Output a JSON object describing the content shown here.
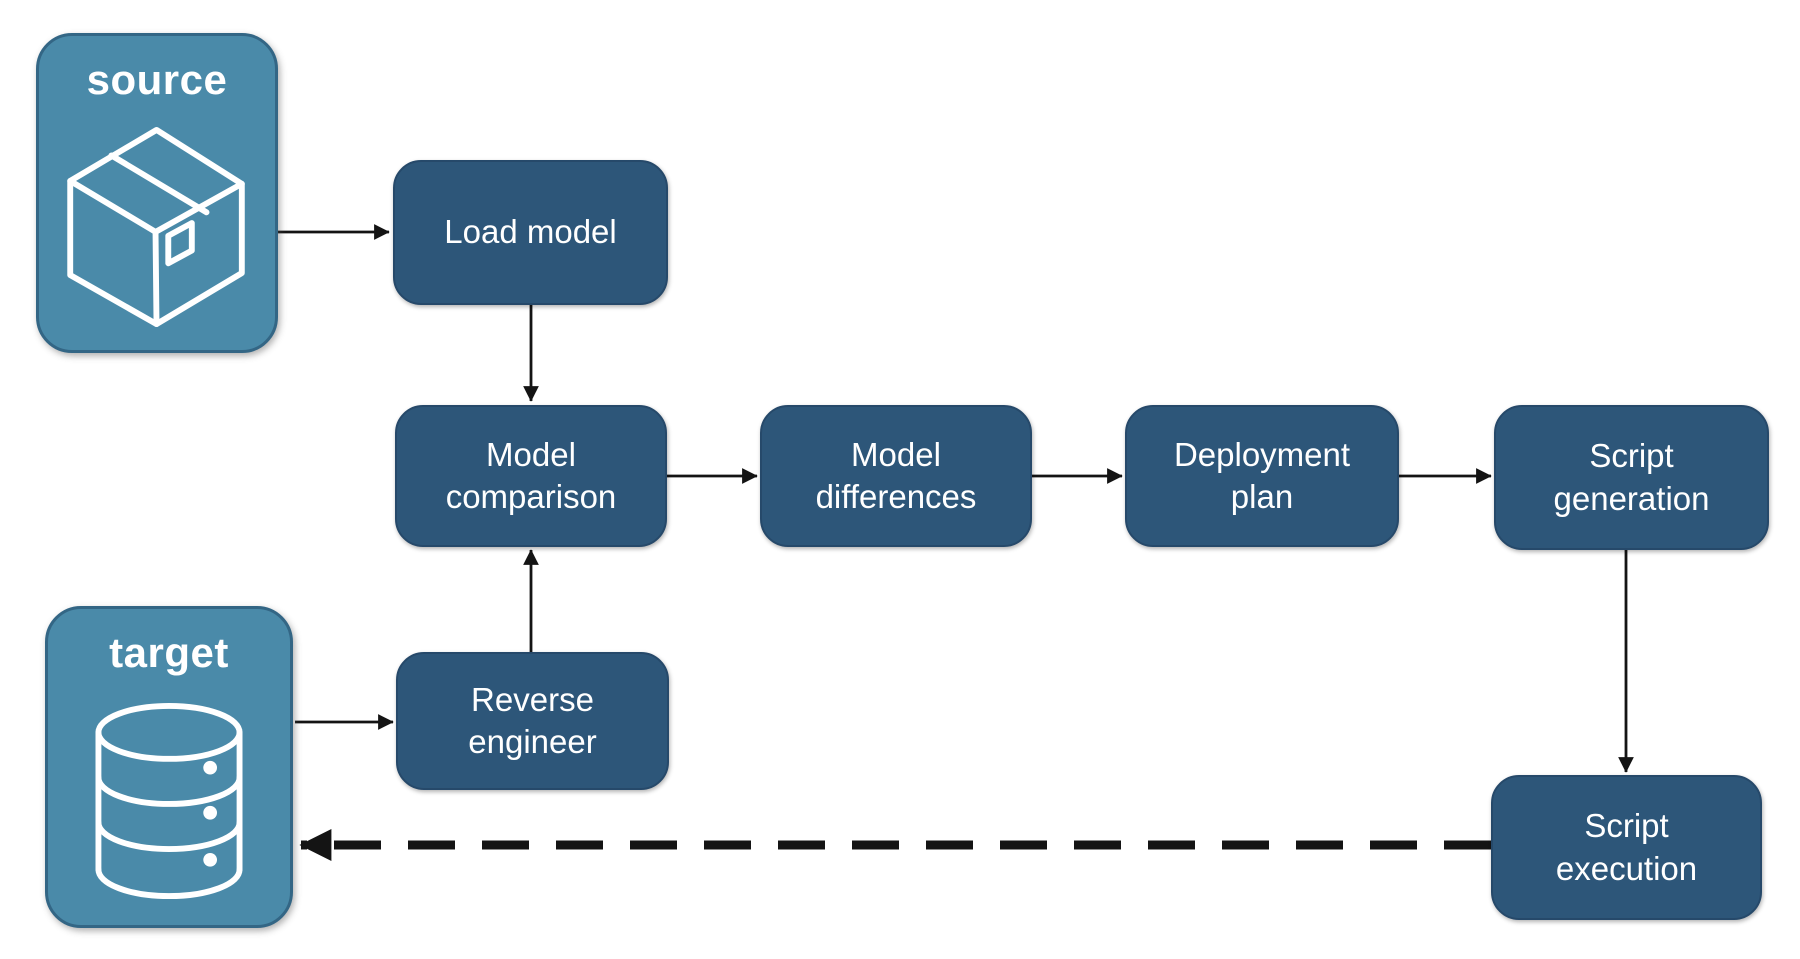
{
  "diagram": {
    "type": "flowchart",
    "endpoints": {
      "source": {
        "label": "source",
        "icon": "package-box-icon"
      },
      "target": {
        "label": "target",
        "icon": "database-cylinder-icon"
      }
    },
    "nodes": {
      "load_model": {
        "label": "Load model"
      },
      "model_comparison": {
        "label": "Model comparison"
      },
      "model_differences": {
        "label": "Model differences"
      },
      "deployment_plan": {
        "label": "Deployment plan"
      },
      "script_generation": {
        "label": "Script generation"
      },
      "reverse_engineer": {
        "label": "Reverse engineer"
      },
      "script_execution": {
        "label": "Script execution"
      }
    },
    "edges": [
      {
        "from": "source",
        "to": "load_model",
        "style": "solid"
      },
      {
        "from": "load_model",
        "to": "model_comparison",
        "style": "solid"
      },
      {
        "from": "model_comparison",
        "to": "model_differences",
        "style": "solid"
      },
      {
        "from": "model_differences",
        "to": "deployment_plan",
        "style": "solid"
      },
      {
        "from": "deployment_plan",
        "to": "script_generation",
        "style": "solid"
      },
      {
        "from": "script_generation",
        "to": "script_execution",
        "style": "solid"
      },
      {
        "from": "target",
        "to": "reverse_engineer",
        "style": "solid"
      },
      {
        "from": "reverse_engineer",
        "to": "model_comparison",
        "style": "solid"
      },
      {
        "from": "script_execution",
        "to": "target",
        "style": "dashed"
      }
    ],
    "colors": {
      "background": "#FFFFFF",
      "node_fill": "#2D5679",
      "node_border": "#26496A",
      "endpoint_fill": "#4A8AA9",
      "endpoint_border": "#336685",
      "label_text": "#FFFFFF",
      "arrow": "#141414"
    }
  }
}
